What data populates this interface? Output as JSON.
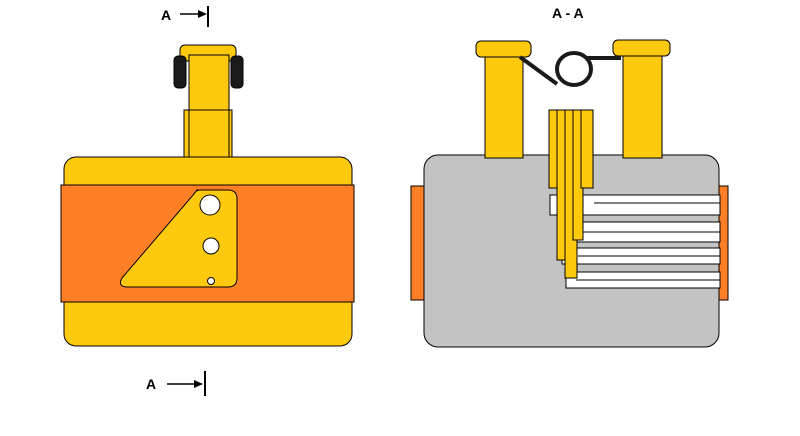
{
  "labels": {
    "section_mark_top": "A",
    "section_mark_bottom": "A",
    "section_title": "A - A"
  },
  "colors": {
    "outline": "#000000",
    "yellow": "#FFC90E",
    "orange": "#FF7F27",
    "gray": "#C3C3C3",
    "white": "#FFFFFF",
    "dark": "#1A1A1A"
  }
}
